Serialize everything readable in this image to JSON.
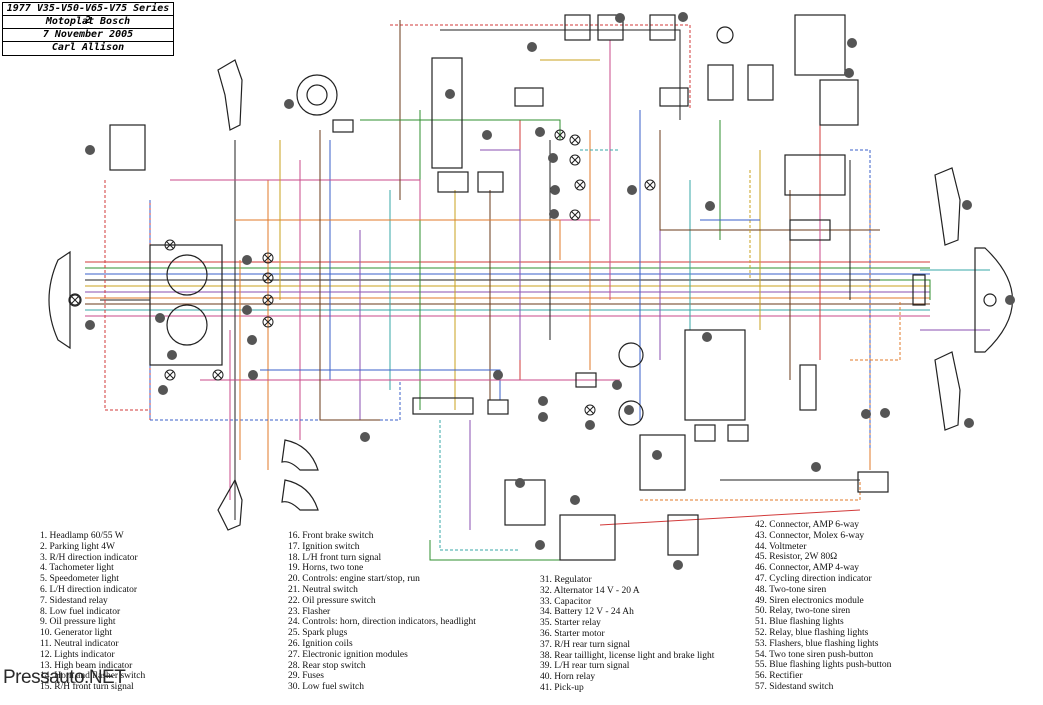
{
  "title_block": {
    "line1": "1977 V35-V50-V65-V75 Series 2",
    "line2": "Motoplat Bosch",
    "line3": "7 November 2005",
    "line4": "Carl Allison"
  },
  "legend": {
    "col1": [
      "1. Headlamp 60/55 W",
      "2. Parking light 4W",
      "3. R/H direction indicator",
      "4. Tachometer light",
      "5. Speedometer light",
      "6. L/H direction indicator",
      "7. Sidestand relay",
      "8. Low fuel indicator",
      "9. Oil pressure light",
      "10. Generator light",
      "11. Neutral indicator",
      "12. Lights indicator",
      "13. High beam indicator",
      "14. Horn and flasher switch",
      "15. R/H front turn signal"
    ],
    "col2": [
      "16. Front brake switch",
      "17. Ignition switch",
      "18. L/H front turn signal",
      "19. Horns, two tone",
      "20. Controls: engine start/stop, run",
      "21. Neutral switch",
      "22. Oil pressure switch",
      "23. Flasher",
      "24. Controls: horn, direction indicators, headlight",
      "25. Spark plugs",
      "26. Ignition coils",
      "27. Electronic ignition modules",
      "28. Rear stop switch",
      "29. Fuses",
      "30. Low fuel switch"
    ],
    "col3": [
      "31. Regulator",
      "32. Alternator 14 V - 20 A",
      "33. Capacitor",
      "34. Battery 12 V - 24 Ah",
      "35. Starter relay",
      "36. Starter motor",
      "37. R/H rear turn signal",
      "38. Rear taillight, license light and brake light",
      "39. L/H rear turn signal",
      "40. Horn relay",
      "41. Pick-up"
    ],
    "col4": [
      "42. Connector, AMP 6-way",
      "43. Connector, Molex 6-way",
      "44. Voltmeter",
      "45. Resistor, 2W 80Ω",
      "46. Connector, AMP 4-way",
      "47. Cycling direction indicator",
      "48. Two-tone siren",
      "49. Siren electronics module",
      "50. Relay, two-tone siren",
      "51. Blue flashing lights",
      "52. Relay, blue flashing lights",
      "53. Flashers, blue flashing lights",
      "54. Two tone siren push-button",
      "55. Blue flashing lights push-button",
      "56. Rectifier",
      "57. Sidestand switch"
    ]
  },
  "watermark": "Pressauto.NET",
  "wire_colors": [
    "#d23a3a",
    "#2f8f2f",
    "#3a5fc8",
    "#222222",
    "#c8a01e",
    "#8a4fb0",
    "#e07a2a",
    "#6a3a1a",
    "#37a7a7",
    "#c84a8a"
  ]
}
